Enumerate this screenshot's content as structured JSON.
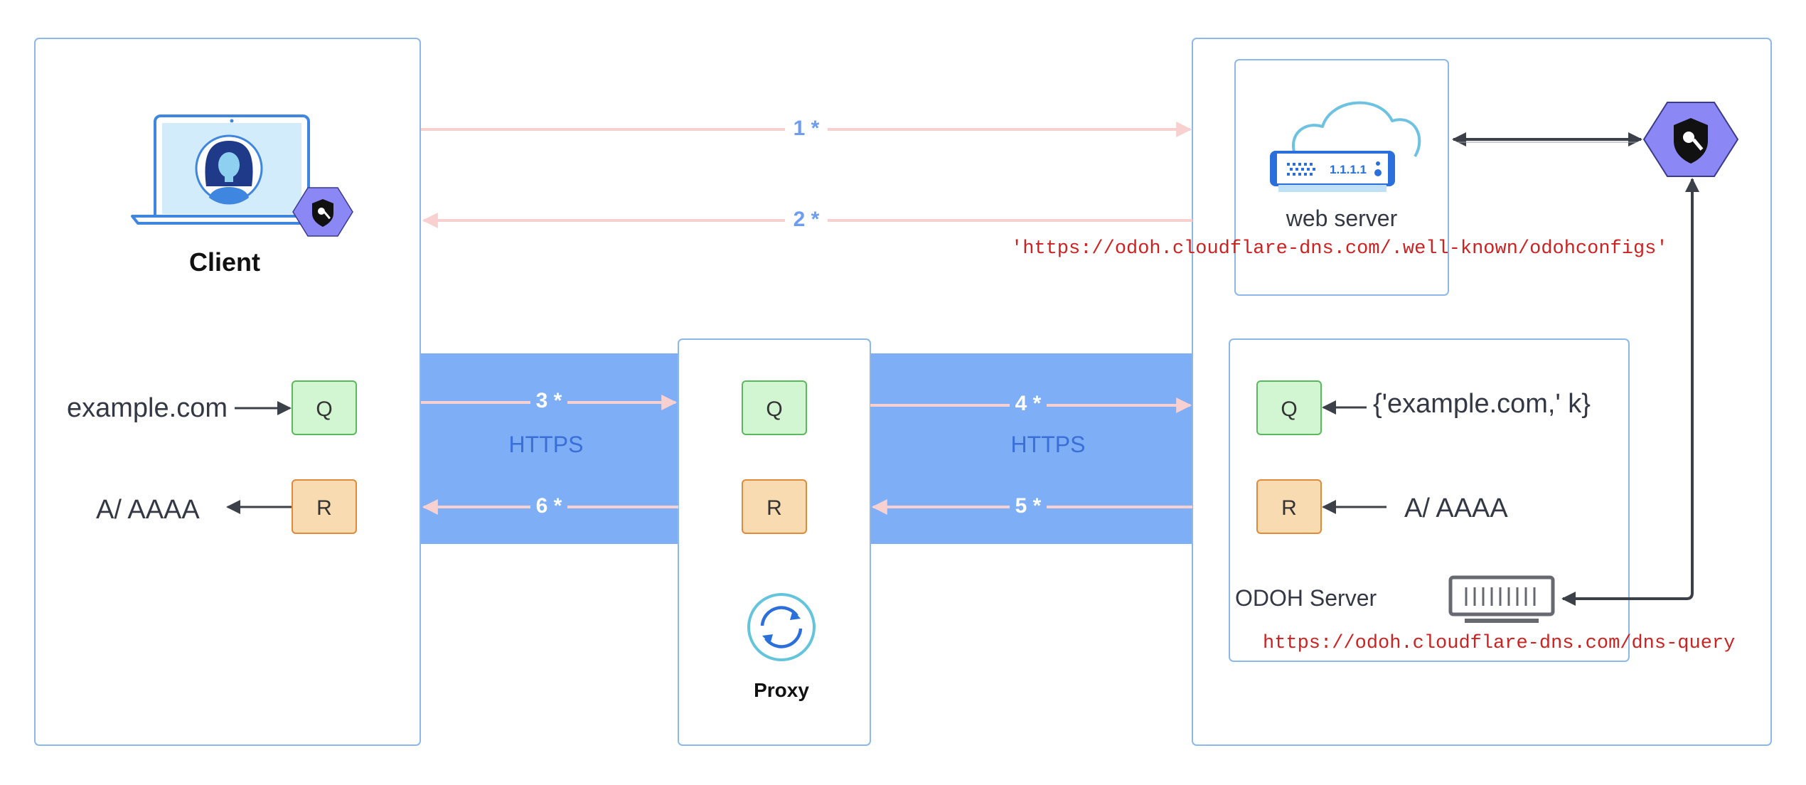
{
  "client": {
    "title": "Client"
  },
  "proxy": {
    "title": "Proxy"
  },
  "web_server": {
    "label": "web server",
    "device_label": "1.1.1.1"
  },
  "odoh_server": {
    "label": "ODOH Server"
  },
  "arrows": {
    "a1": "1 *",
    "a2": "2 *",
    "a3": "3 *",
    "a4": "4 *",
    "a5": "5 *",
    "a6": "6 *"
  },
  "channel": {
    "left": "HTTPS",
    "right": "HTTPS"
  },
  "messages": {
    "query_letter": "Q",
    "response_letter": "R",
    "client_query": "example.com",
    "client_response": "A/ AAAA",
    "server_query": "{'example.com,' k}",
    "server_response": "A/ AAAA"
  },
  "urls": {
    "configs": "'https://odoh.cloudflare-dns.com/.well-known/odohconfigs'",
    "dns_query": "https://odoh.cloudflare-dns.com/dns-query"
  },
  "colors": {
    "container_border": "#8db8ec",
    "https_band": "#7eaef6",
    "pink_arrow": "#f8d0d0",
    "step_label": "#6e9cf0",
    "https_label": "#3a6fd8",
    "q_fill": "#d2f5d2",
    "q_border": "#5cb85c",
    "r_fill": "#f8dbb0",
    "r_border": "#e08a3c",
    "shield_hex": "#8b87f5",
    "url_red": "#cc2222"
  },
  "icons": [
    "laptop-icon",
    "user-avatar-icon",
    "shield-key-icon",
    "cloud-icon",
    "server-rack-icon",
    "sync-icon",
    "dns-server-icon"
  ]
}
